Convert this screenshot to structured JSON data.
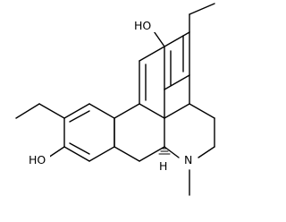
{
  "molecule": {
    "atoms": {
      "oh_top": "HO",
      "oh_bottom": "HO",
      "n": "N",
      "h_stereo": "H"
    }
  },
  "colors": {
    "background": "#ffffff",
    "bond": "#000000",
    "label": "#000000"
  }
}
